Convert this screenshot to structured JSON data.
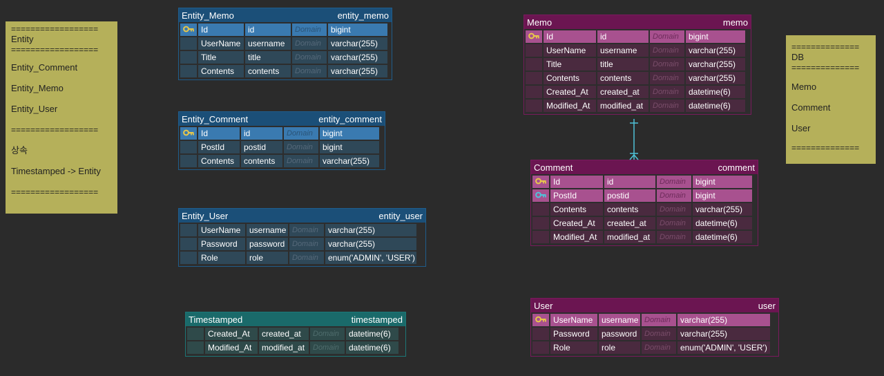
{
  "notes": {
    "left": {
      "lines": [
        "Entity",
        "Entity_Comment",
        "Entity_Memo",
        "Entity_User",
        "상속",
        "Timestamped -> Entity"
      ],
      "separator": "=================="
    },
    "right": {
      "lines": [
        "DB",
        "Memo",
        "Comment",
        "User"
      ],
      "separator": "=============="
    }
  },
  "domain_placeholder": "Domain",
  "colors": {
    "background": "#2b2b2b",
    "note": "#b5b05a",
    "blue_header": "#1b4f78",
    "teal_header": "#1a6a6a",
    "magenta_header": "#6b1551",
    "key_yellow": "#e8c84a",
    "key_cyan": "#4fc3d9",
    "relation_line": "#4fc3d9"
  },
  "tables": {
    "entity_memo": {
      "title": "Entity_Memo",
      "name": "entity_memo",
      "rows": [
        {
          "col": "Id",
          "field": "id",
          "domain": "Domain",
          "type": "bigint",
          "key": "yellow-key-icon"
        },
        {
          "col": "UserName",
          "field": "username",
          "domain": "Domain",
          "type": "varchar(255)",
          "key": ""
        },
        {
          "col": "Title",
          "field": "title",
          "domain": "Domain",
          "type": "varchar(255)",
          "key": ""
        },
        {
          "col": "Contents",
          "field": "contents",
          "domain": "Domain",
          "type": "varchar(255)",
          "key": ""
        }
      ]
    },
    "entity_comment": {
      "title": "Entity_Comment",
      "name": "entity_comment",
      "rows": [
        {
          "col": "Id",
          "field": "id",
          "domain": "Domain",
          "type": "bigint",
          "key": "yellow-key-icon"
        },
        {
          "col": "PostId",
          "field": "postid",
          "domain": "Domain",
          "type": "bigint",
          "key": ""
        },
        {
          "col": "Contents",
          "field": "contents",
          "domain": "Domain",
          "type": "varchar(255)",
          "key": ""
        }
      ]
    },
    "entity_user": {
      "title": "Entity_User",
      "name": "entity_user",
      "rows": [
        {
          "col": "UserName",
          "field": "username",
          "domain": "Domain",
          "type": "varchar(255)",
          "key": ""
        },
        {
          "col": "Password",
          "field": "password",
          "domain": "Domain",
          "type": "varchar(255)",
          "key": ""
        },
        {
          "col": "Role",
          "field": "role",
          "domain": "Domain",
          "type": "enum('ADMIN', 'USER')",
          "key": ""
        }
      ]
    },
    "timestamped": {
      "title": "Timestamped",
      "name": "timestamped",
      "rows": [
        {
          "col": "Created_At",
          "field": "created_at",
          "domain": "Domain",
          "type": "datetime(6)",
          "key": ""
        },
        {
          "col": "Modified_At",
          "field": "modified_at",
          "domain": "Domain",
          "type": "datetime(6)",
          "key": ""
        }
      ]
    },
    "memo": {
      "title": "Memo",
      "name": "memo",
      "rows": [
        {
          "col": "Id",
          "field": "id",
          "domain": "Domain",
          "type": "bigint",
          "key": "yellow-key-icon"
        },
        {
          "col": "UserName",
          "field": "username",
          "domain": "Domain",
          "type": "varchar(255)",
          "key": ""
        },
        {
          "col": "Title",
          "field": "title",
          "domain": "Domain",
          "type": "varchar(255)",
          "key": ""
        },
        {
          "col": "Contents",
          "field": "contents",
          "domain": "Domain",
          "type": "varchar(255)",
          "key": ""
        },
        {
          "col": "Created_At",
          "field": "created_at",
          "domain": "Domain",
          "type": "datetime(6)",
          "key": ""
        },
        {
          "col": "Modified_At",
          "field": "modified_at",
          "domain": "Domain",
          "type": "datetime(6)",
          "key": ""
        }
      ]
    },
    "comment": {
      "title": "Comment",
      "name": "comment",
      "rows": [
        {
          "col": "Id",
          "field": "id",
          "domain": "Domain",
          "type": "bigint",
          "key": "yellow-key-icon"
        },
        {
          "col": "PostId",
          "field": "postid",
          "domain": "Domain",
          "type": "bigint",
          "key": "cyan-key-icon"
        },
        {
          "col": "Contents",
          "field": "contents",
          "domain": "Domain",
          "type": "varchar(255)",
          "key": ""
        },
        {
          "col": "Created_At",
          "field": "created_at",
          "domain": "Domain",
          "type": "datetime(6)",
          "key": ""
        },
        {
          "col": "Modified_At",
          "field": "modified_at",
          "domain": "Domain",
          "type": "datetime(6)",
          "key": ""
        }
      ]
    },
    "user": {
      "title": "User",
      "name": "user",
      "rows": [
        {
          "col": "UserName",
          "field": "username",
          "domain": "Domain",
          "type": "varchar(255)",
          "key": "yellow-key-icon"
        },
        {
          "col": "Password",
          "field": "password",
          "domain": "Domain",
          "type": "varchar(255)",
          "key": ""
        },
        {
          "col": "Role",
          "field": "role",
          "domain": "Domain",
          "type": "enum('ADMIN', 'USER')",
          "key": ""
        }
      ]
    }
  }
}
